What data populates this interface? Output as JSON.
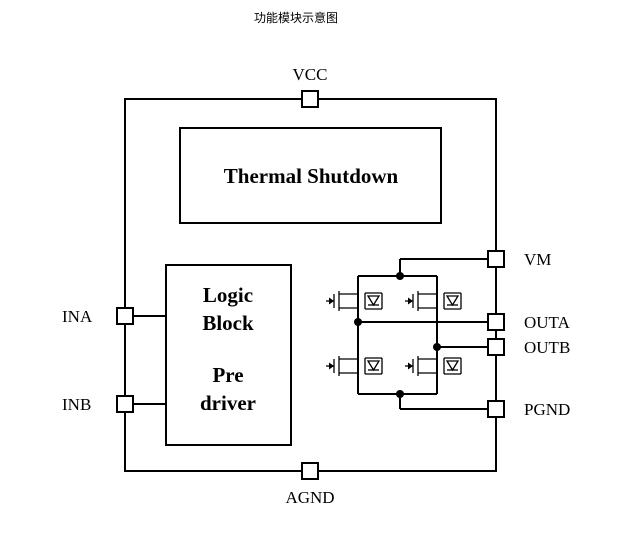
{
  "title": "功能模块示意图",
  "blocks": {
    "thermal": "Thermal Shutdown",
    "logic_line1": "Logic",
    "logic_line2": "Block",
    "pre_line1": "Pre",
    "pre_line2": "driver"
  },
  "pins": {
    "vcc": "VCC",
    "agnd": "AGND",
    "ina": "INA",
    "inb": "INB",
    "vm": "VM",
    "outa": "OUTA",
    "outb": "OUTB",
    "pgnd": "PGND"
  },
  "colors": {
    "line": "#000000",
    "background": "#ffffff"
  }
}
